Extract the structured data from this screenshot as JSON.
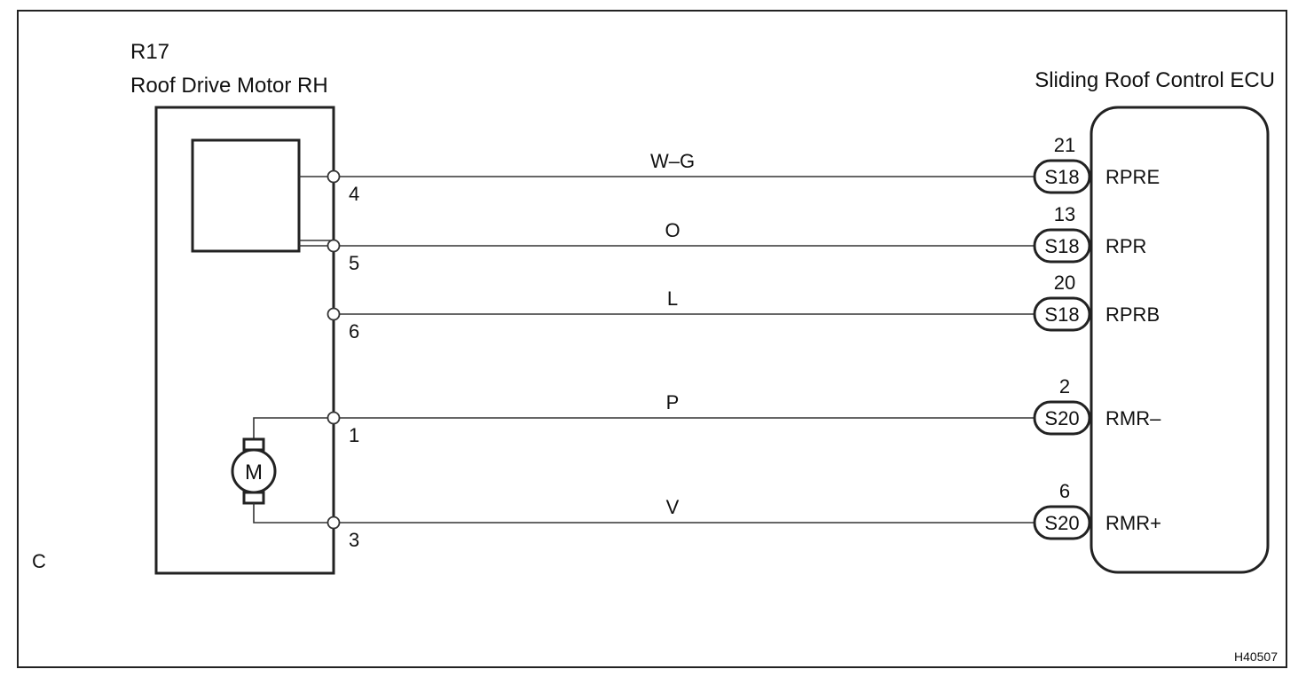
{
  "motor": {
    "code": "R17",
    "name": "Roof Drive Motor RH",
    "motor_symbol": "M"
  },
  "ecu": {
    "name": "Sliding Roof Control ECU"
  },
  "wires": [
    {
      "color": "W–G",
      "motor_pin": "4",
      "ecu_pin": "21",
      "connector": "S18",
      "terminal": "RPRE"
    },
    {
      "color": "O",
      "motor_pin": "5",
      "ecu_pin": "13",
      "connector": "S18",
      "terminal": "RPR"
    },
    {
      "color": "L",
      "motor_pin": "6",
      "ecu_pin": "20",
      "connector": "S18",
      "terminal": "RPRB"
    },
    {
      "color": "P",
      "motor_pin": "1",
      "ecu_pin": "2",
      "connector": "S20",
      "terminal": "RMR–"
    },
    {
      "color": "V",
      "motor_pin": "3",
      "ecu_pin": "6",
      "connector": "S20",
      "terminal": "RMR+"
    }
  ],
  "location_letter": "C",
  "figure_id": "H40507"
}
